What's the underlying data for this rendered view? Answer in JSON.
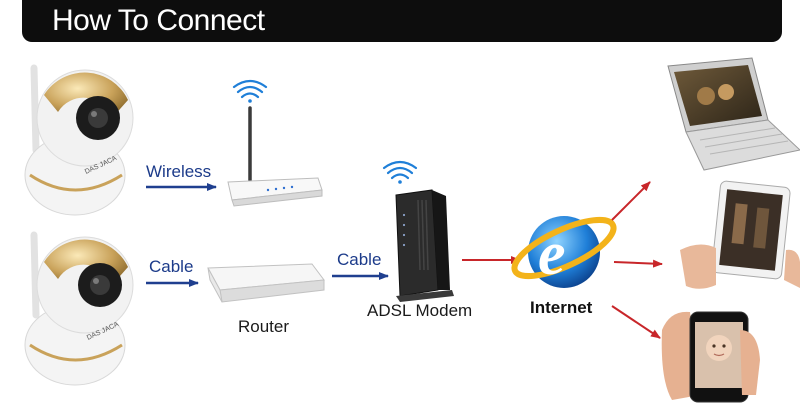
{
  "header": {
    "title": "How To Connect"
  },
  "connections": {
    "wireless_label": "Wireless",
    "cable_label_1": "Cable",
    "cable_label_2": "Cable"
  },
  "devices": {
    "router_label": "Router",
    "modem_label": "ADSL Modem",
    "internet_label": "Internet",
    "camera_brand": "DAS JACA"
  },
  "colors": {
    "blue_arrow": "#1f3f8f",
    "red_arrow": "#c8262a",
    "label_blue": "#1c3b8a",
    "header_bg": "#0d0d0d"
  }
}
